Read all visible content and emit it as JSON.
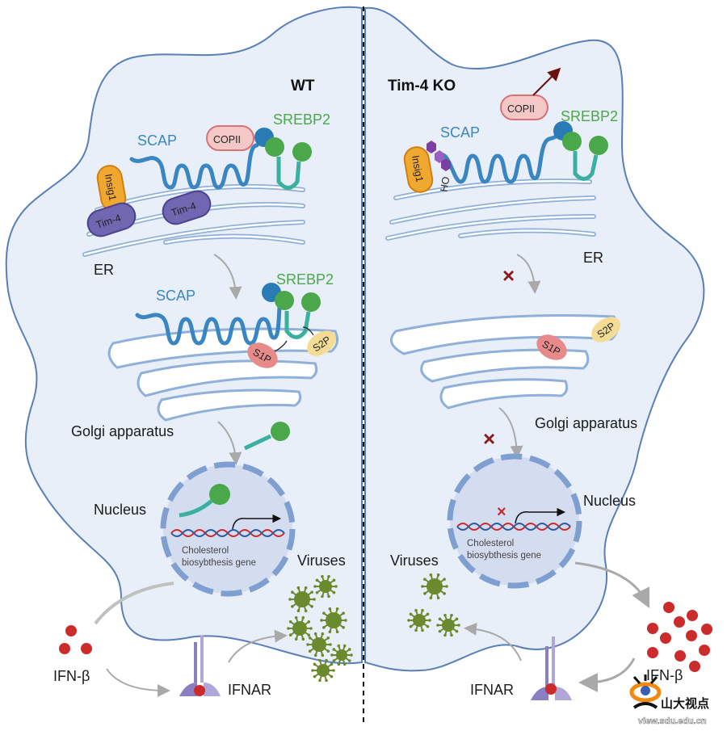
{
  "panels": {
    "left": {
      "title": "WT",
      "er_label": "ER",
      "scap_label": "SCAP",
      "srebp2_label": "SREBP2",
      "copii_label": "COPII",
      "insig_label": "Insig1",
      "tim4_labels": [
        "Tim-4",
        "Tim-4"
      ],
      "golgi_scap_label": "SCAP",
      "golgi_srebp2_label": "SREBP2",
      "s1p_label": "S1P",
      "s2p_label": "S2P",
      "golgi_label": "Golgi apparatus",
      "nucleus_label": "Nucleus",
      "gene_label_line1": "Cholesterol",
      "gene_label_line2": "biosybthesis gene",
      "viruses_label": "Viruses",
      "ifn_label": "IFN-β",
      "ifnar_label": "IFNAR"
    },
    "right": {
      "title": "Tim-4 KO",
      "er_label": "ER",
      "scap_label": "SCAP",
      "srebp2_label": "SREBP2",
      "copii_label": "COPII",
      "insig_label": "Insig1",
      "oh_label": "OH",
      "s1p_label": "S1P",
      "s2p_label": "S2P",
      "golgi_label": "Golgi apparatus",
      "nucleus_label": "Nucleus",
      "gene_label_line1": "Cholesterol",
      "gene_label_line2": "biosybthesis gene",
      "viruses_label": "Viruses",
      "ifn_label": "IFN-β",
      "ifnar_label": "IFNAR",
      "block_marks": [
        "ER to Golgi blocked",
        "Golgi to nucleus blocked",
        "transcription blocked"
      ]
    }
  },
  "watermark": {
    "text": "山大视点",
    "url_text": "view.sdu.edu.cn"
  },
  "colors": {
    "cell_fill": "#e8eff9",
    "cell_stroke": "#5a7fb8",
    "scap": "#3a86c2",
    "srebp2": "#4aa84a",
    "copii_fill": "#f5c8c8",
    "insig_fill": "#f0a830",
    "tim4_fill": "#7067b0",
    "ifn": "#cc2b2b",
    "virus": "#6b8a2e",
    "block_x": "#8b1a1a"
  }
}
